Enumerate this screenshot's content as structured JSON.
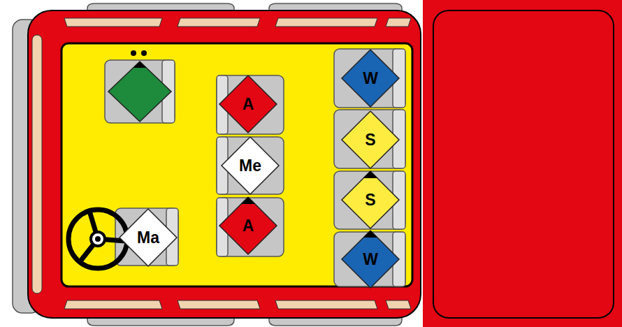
{
  "diagram": {
    "nodes": [
      {
        "text": [
          "Ma"
        ]
      },
      {
        "text": [
          "A"
        ]
      },
      {
        "text": [
          "Me"
        ]
      },
      {
        "text": [
          "A"
        ]
      },
      {
        "text": [
          "W"
        ]
      },
      {
        "text": [
          "S"
        ]
      },
      {
        "text": [
          "S"
        ]
      },
      {
        "text": [
          "W"
        ]
      }
    ]
  }
}
